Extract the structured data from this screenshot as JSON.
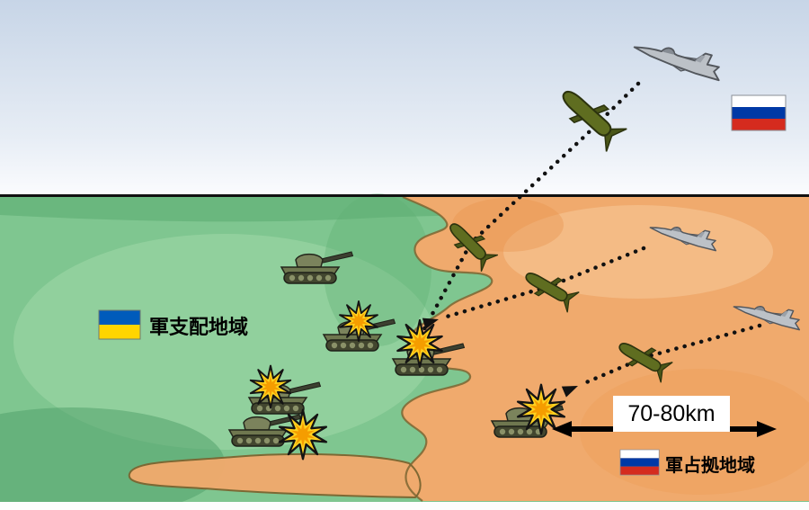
{
  "legend": {
    "controlled": {
      "label": "軍支配地域",
      "flag": "ukraine-flag-icon"
    },
    "occupied": {
      "label": "軍占拠地域",
      "flag": "russia-flag-icon"
    }
  },
  "distance": {
    "label": "70-80km"
  },
  "flags": {
    "ukraine": {
      "blue": "#005bbb",
      "yellow": "#ffd500"
    },
    "russia": {
      "white": "#ffffff",
      "blue": "#0039a6",
      "red": "#d52b1e"
    }
  },
  "colors": {
    "sky_top": "#c7d5e7",
    "sky_bottom": "#fbfcfe",
    "green_area": "#7fc690",
    "orange_area": "#f0aa6d",
    "boundary_line": "#7c6632",
    "horizon_line": "#111111",
    "bomb_body": "#5f6d20",
    "tank_body": "#6f774f",
    "explosion_outer": "#ffd21f",
    "explosion_inner": "#f59d00",
    "jet_body": "#bcc1c7",
    "trajectory": "#111111"
  },
  "icons": {
    "fighter_jet": "fighter-jet-icon",
    "glide_bomb": "glide-bomb-icon",
    "tank": "tank-icon",
    "explosion": "explosion-icon",
    "russia_flag": "russia-flag-icon",
    "ukraine_flag": "ukraine-flag-icon"
  }
}
